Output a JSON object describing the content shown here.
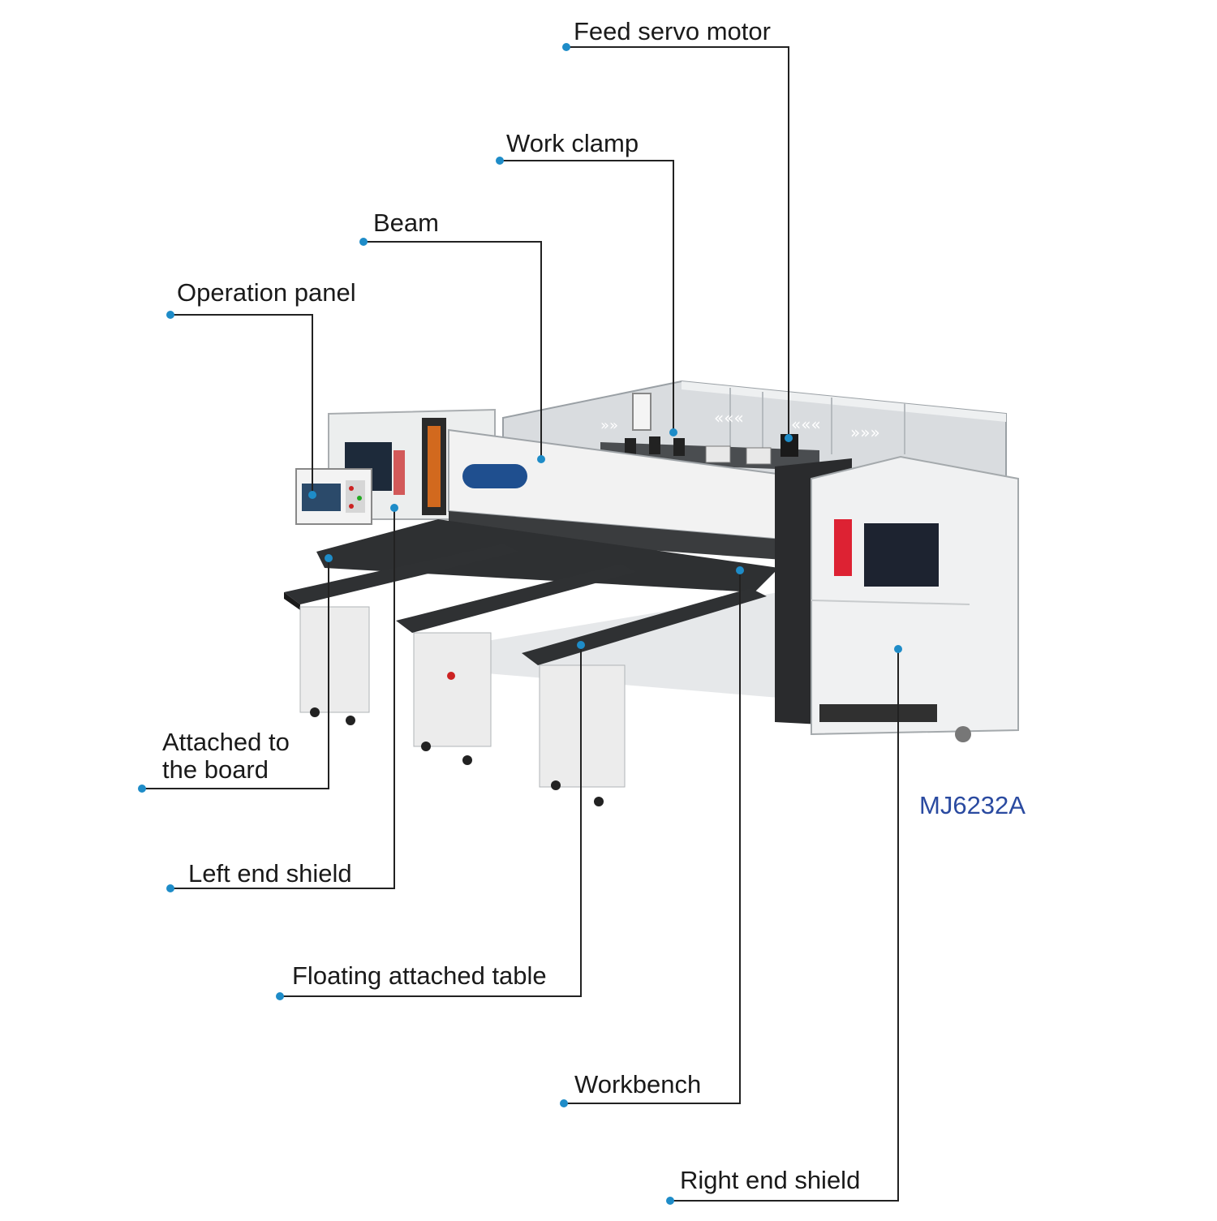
{
  "diagram": {
    "model_name": "MJ6232A",
    "accent_color": "#1e8cc8",
    "line_color": "#222222",
    "labels": {
      "feed_servo_motor": "Feed servo motor",
      "work_clamp": "Work clamp",
      "beam": "Beam",
      "operation_panel": "Operation panel",
      "attached_to_the_board_line1": "Attached to",
      "attached_to_the_board_line2": "the board",
      "left_end_shield": "Left end shield",
      "floating_attached_table": "Floating attached table",
      "workbench": "Workbench",
      "right_end_shield": "Right end shield"
    }
  }
}
